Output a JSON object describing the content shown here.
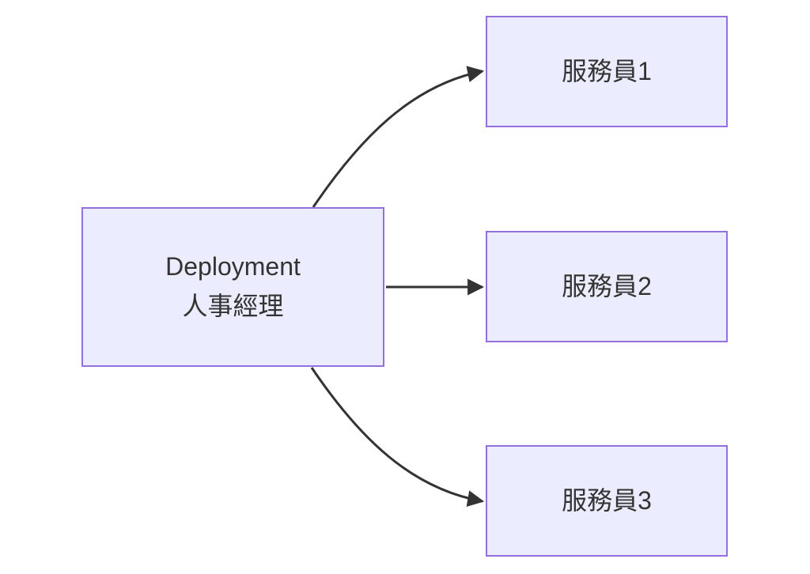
{
  "diagram": {
    "type": "flowchart",
    "direction": "LR",
    "colors": {
      "node_fill": "#ECECFF",
      "node_border": "#9370DB",
      "edge": "#333333",
      "text": "#333333",
      "background": "#FFFFFF"
    },
    "nodes": {
      "manager": {
        "lines": [
          "Deployment",
          "人事經理"
        ]
      },
      "servers": [
        {
          "label": "服務員1"
        },
        {
          "label": "服務員2"
        },
        {
          "label": "服務員3"
        }
      ]
    },
    "edges": [
      {
        "from": "manager",
        "to": "server-1",
        "arrow": "curved-up"
      },
      {
        "from": "manager",
        "to": "server-2",
        "arrow": "straight"
      },
      {
        "from": "manager",
        "to": "server-3",
        "arrow": "curved-down"
      }
    ]
  }
}
